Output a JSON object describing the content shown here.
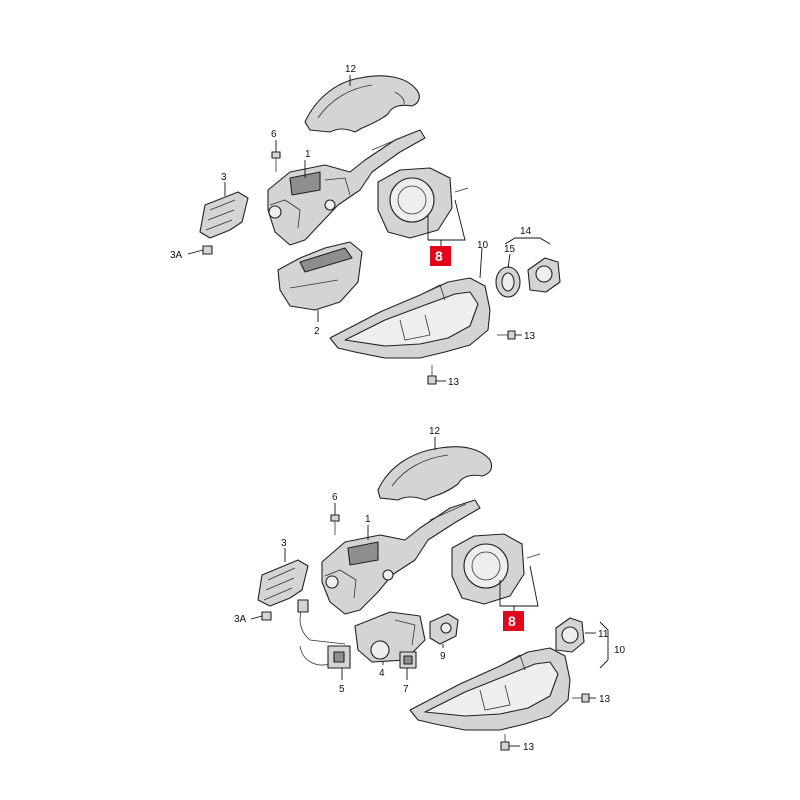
{
  "top_assembly": {
    "labels": {
      "p12": "12",
      "p6": "6",
      "p1": "1",
      "p3": "3",
      "p3a": "3A",
      "p2": "2",
      "p10": "10",
      "p14": "14",
      "p15": "15",
      "p13a": "13",
      "p13b": "13"
    },
    "highlight": "8"
  },
  "bottom_assembly": {
    "labels": {
      "p12": "12",
      "p6": "6",
      "p1": "1",
      "p3": "3",
      "p3a": "3A",
      "p5": "5",
      "p4": "4",
      "p7": "7",
      "p9": "9",
      "p11": "11",
      "p10": "10",
      "p13a": "13",
      "p13b": "13"
    },
    "highlight": "8"
  },
  "colors": {
    "highlight_badge": "#e3051b",
    "line": "#222222",
    "part_fill": "#d4d4d4"
  }
}
